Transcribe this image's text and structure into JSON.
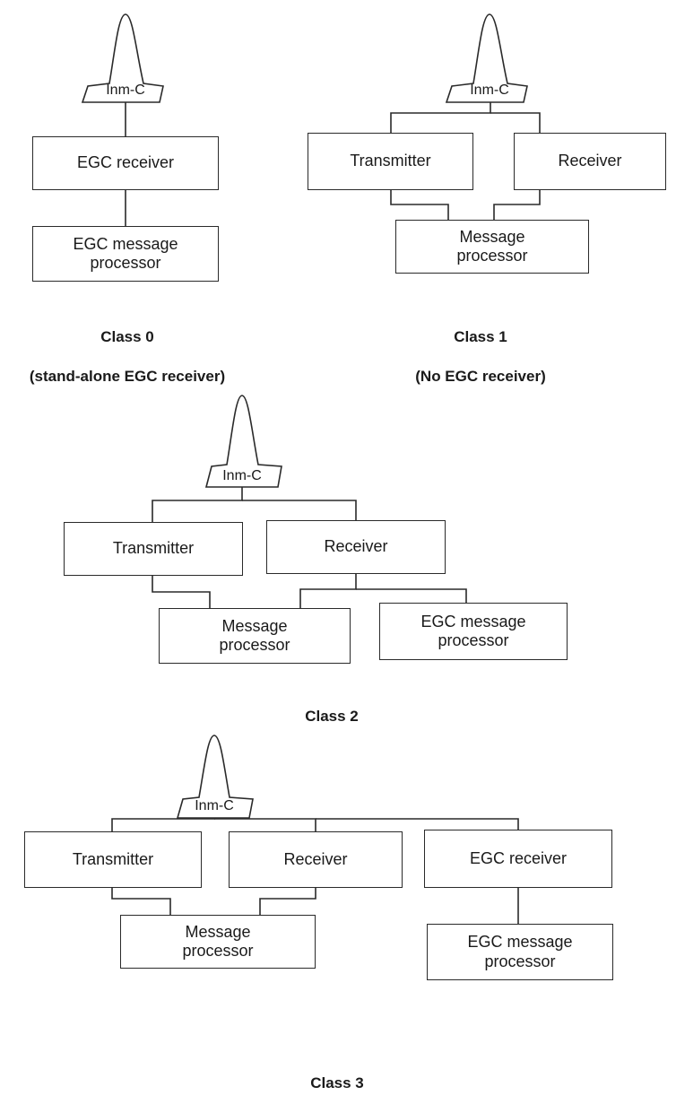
{
  "antenna_label": "Inm-C",
  "labels": {
    "egc_receiver": "EGC receiver",
    "egc_message_processor": "EGC message\nprocessor",
    "transmitter": "Transmitter",
    "receiver": "Receiver",
    "message_processor": "Message\nprocessor"
  },
  "classes": [
    {
      "id": "class0",
      "title": "Class 0",
      "subtitle": "(stand-alone EGC receiver)"
    },
    {
      "id": "class1",
      "title": "Class 1",
      "subtitle": "(No EGC receiver)"
    },
    {
      "id": "class2",
      "title": "Class 2",
      "subtitle": ""
    },
    {
      "id": "class3",
      "title": "Class 3",
      "subtitle": ""
    }
  ],
  "colors": {
    "line": "#2a2a2a",
    "text": "#1a1a1a",
    "background": "#ffffff"
  }
}
